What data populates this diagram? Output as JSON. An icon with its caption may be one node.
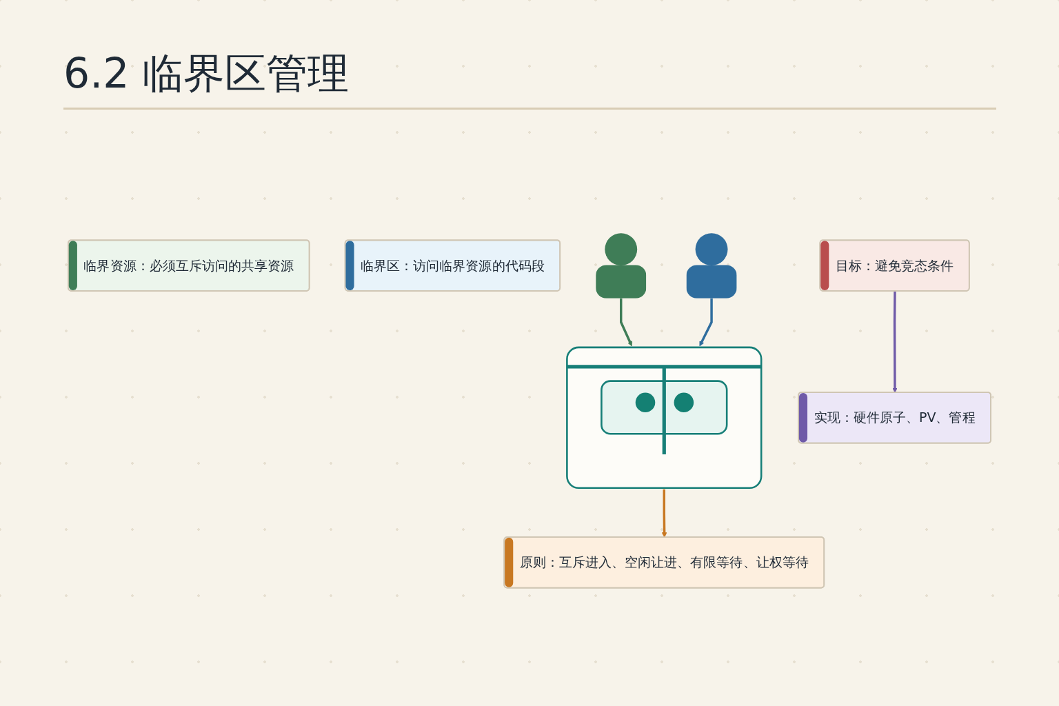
{
  "diagram": {
    "title": "6.2 临界区管理",
    "nodes": [
      {
        "text": [
          "临界资源：必须互斥访问的共享资源"
        ]
      },
      {
        "text": [
          "临界区：访问临界资源的代码段"
        ]
      },
      {
        "text": [],
        "shape": "picture"
      },
      {
        "text": [],
        "shape": "person"
      },
      {
        "text": [],
        "shape": "person"
      },
      {
        "text": [
          "原则：互斥进入、空闲让进、有限等待、让权等待"
        ]
      },
      {
        "text": [
          "目标：避免竞态条件"
        ]
      },
      {
        "text": [
          "实现：硬件原子、PV、管程"
        ]
      }
    ],
    "edges": [
      {
        "from": 3,
        "to": 2,
        "arrow": "to",
        "color": "#3f7d57"
      },
      {
        "from": 4,
        "to": 2,
        "arrow": "to",
        "color": "#2f6d9e"
      },
      {
        "from": 2,
        "to": 5,
        "arrow": "to",
        "color": "#c87822"
      },
      {
        "from": 6,
        "to": 7,
        "arrow": "to",
        "color": "#6f5aa8"
      }
    ]
  }
}
